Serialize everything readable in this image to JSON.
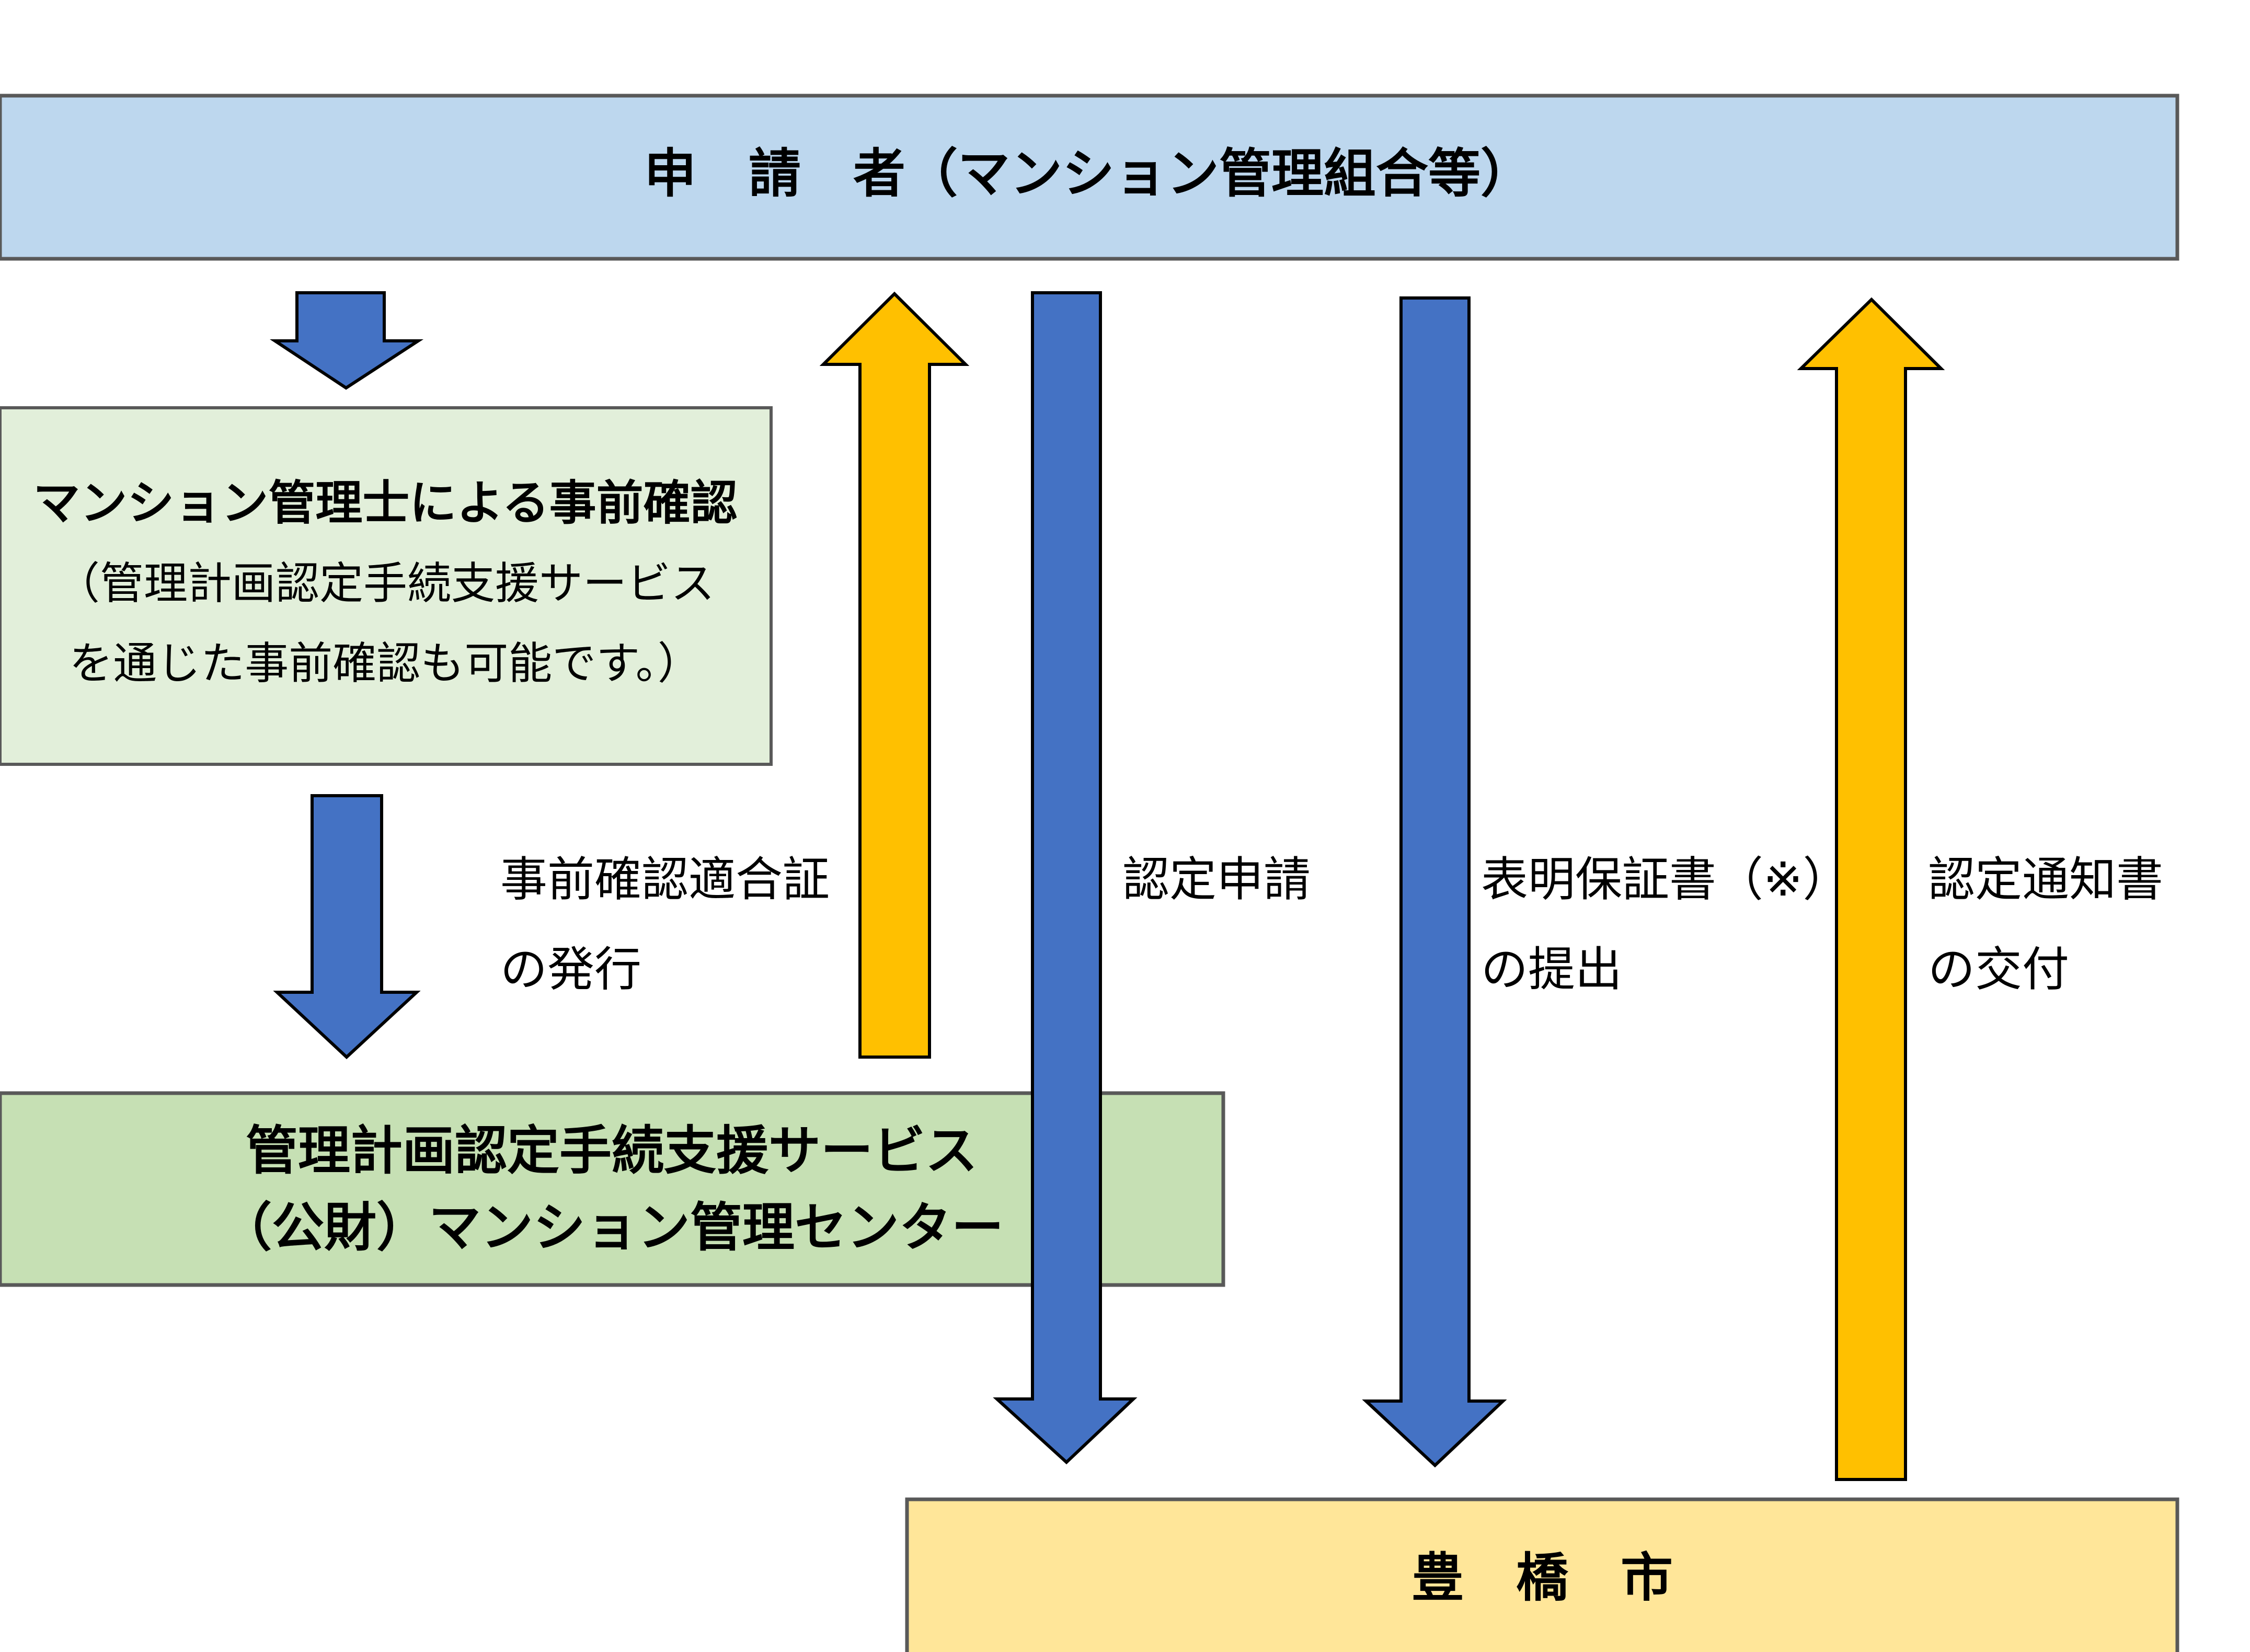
{
  "applicant": {
    "label": "申　請　者（マンション管理組合等）"
  },
  "pre_check": {
    "title": "マンション管理士による事前確認",
    "note_line1": "（管理計画認定手続支援サービス",
    "note_line2": "を通じた事前確認も可能です。）"
  },
  "support_service": {
    "line1": "管理計画認定手続支援サービス",
    "line2": "（公財）マンション管理センター"
  },
  "city": {
    "label": "豊　橋　市"
  },
  "flows": {
    "certificate_issue": {
      "line1": "事前確認適合証",
      "line2": "の発行"
    },
    "application": {
      "line1": "認定申請"
    },
    "pledge": {
      "line1": "表明保証書（※）",
      "line2": "の提出"
    },
    "notice": {
      "line1": "認定通知書",
      "line2": "の交付"
    }
  },
  "colors": {
    "applicant_fill": "#BDD7EE",
    "pre_check_fill": "#E2EFDA",
    "support_fill": "#C6E0B4",
    "city_fill": "#FFE699",
    "arrow_down": "#4472C4",
    "arrow_up": "#FFC000",
    "border": "#595959"
  }
}
